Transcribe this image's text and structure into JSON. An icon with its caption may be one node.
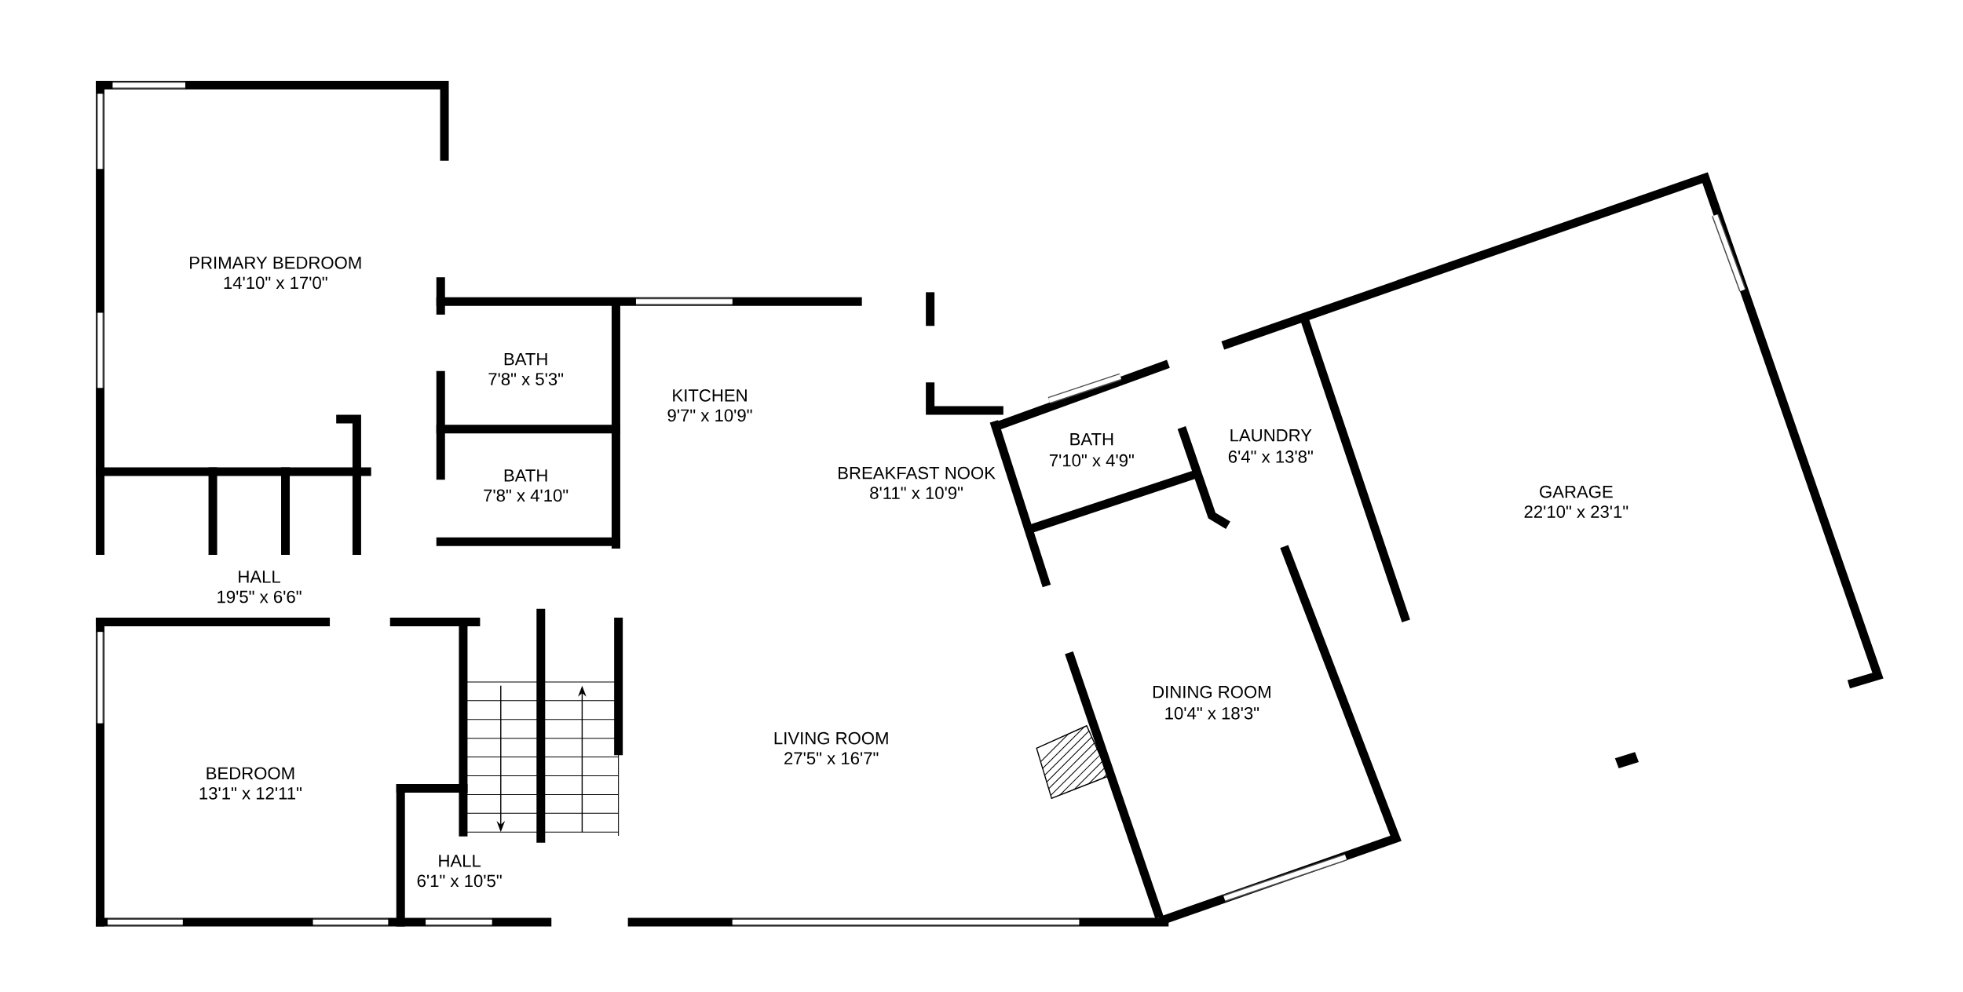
{
  "diagram": {
    "labels": [
      "PRIMARY BEDROOM",
      "14'10\" x 17'0\"",
      "BATH",
      "7'8\" x 5'3\"",
      "KITCHEN",
      "9'7\" x 10'9\"",
      "BATH",
      "7'10\" x 4'9\"",
      "LAUNDRY",
      "6'4\" x 13'8\"",
      "BATH",
      "7'8\" x 4'10\"",
      "BREAKFAST NOOK",
      "8'11\" x 10'9\"",
      "GARAGE",
      "22'10\" x 23'1\"",
      "HALL",
      "19'5\" x 6'6\"",
      "DINING ROOM",
      "10'4\" x 18'3\"",
      "LIVING ROOM",
      "27'5\" x 16'7\"",
      "BEDROOM",
      "13'1\" x 12'11\"",
      "HALL",
      "6'1\" x 10'5\""
    ]
  }
}
